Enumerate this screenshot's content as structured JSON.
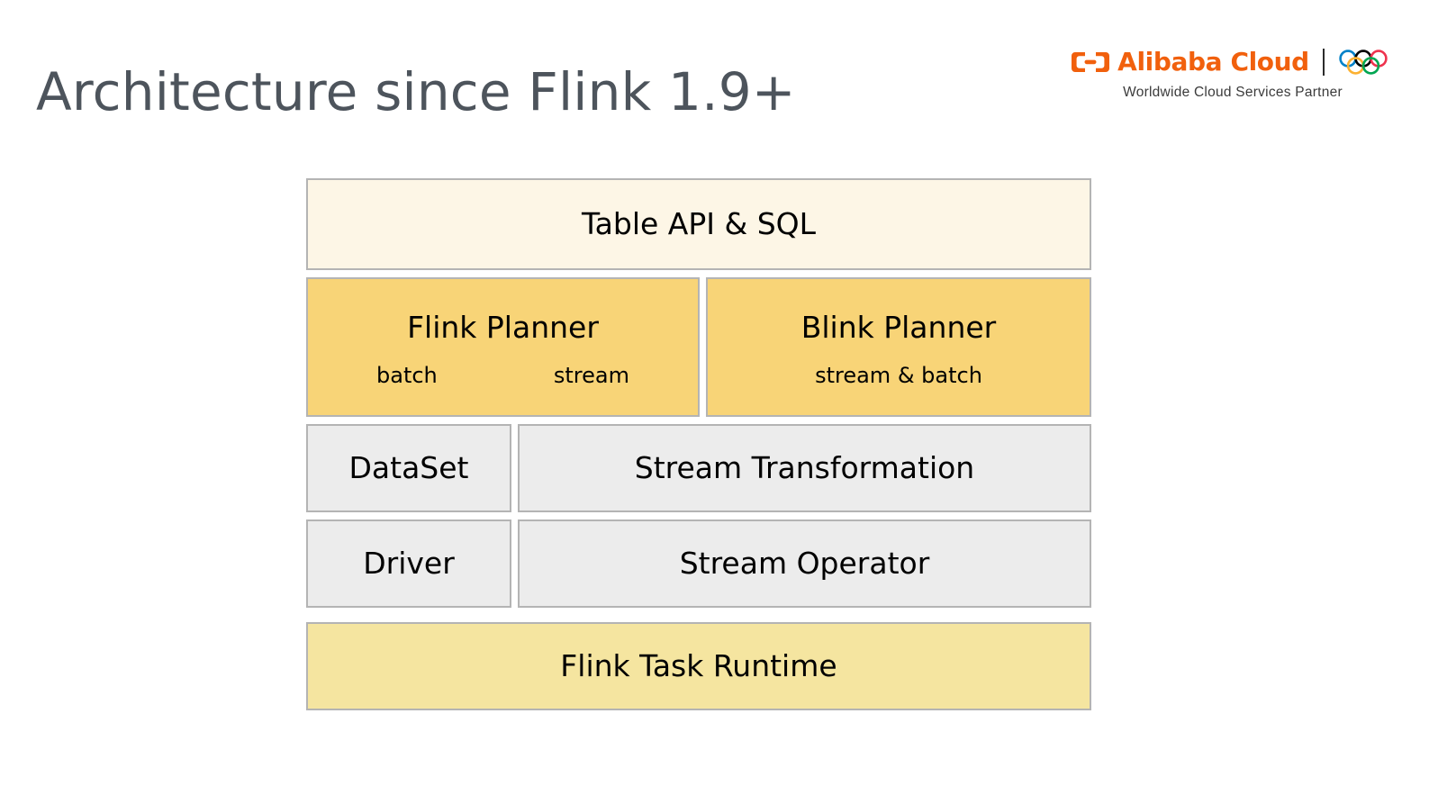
{
  "slide": {
    "title": "Architecture since Flink 1.9+"
  },
  "brand": {
    "mark_icon": "alibaba-cloud-mark-icon",
    "name": "Alibaba Cloud",
    "rings_icon": "olympic-rings-icon",
    "tagline": "Worldwide Cloud Services Partner",
    "orange": "#f1600d",
    "ring_colors": [
      "#0081c8",
      "#000000",
      "#ee334e",
      "#fcb131",
      "#00a651"
    ]
  },
  "diagram": {
    "rows": [
      {
        "name": "api-layer",
        "boxes": [
          {
            "title": "Table API & SQL",
            "color": "#fdf6e6"
          }
        ]
      },
      {
        "name": "planner-layer",
        "boxes": [
          {
            "title": "Flink Planner",
            "sub_left": "batch",
            "sub_right": "stream",
            "color": "#f8d477"
          },
          {
            "title": "Blink Planner",
            "sub": "stream & batch",
            "color": "#f8d477"
          }
        ]
      },
      {
        "name": "transformation-layer",
        "boxes": [
          {
            "title": "DataSet",
            "color": "#ececec"
          },
          {
            "title": "Stream Transformation",
            "color": "#ececec"
          }
        ]
      },
      {
        "name": "operator-layer",
        "boxes": [
          {
            "title": "Driver",
            "color": "#ececec"
          },
          {
            "title": "Stream Operator",
            "color": "#ececec"
          }
        ]
      },
      {
        "name": "runtime-layer",
        "boxes": [
          {
            "title": "Flink Task Runtime",
            "color": "#f5e5a0"
          }
        ]
      }
    ]
  }
}
